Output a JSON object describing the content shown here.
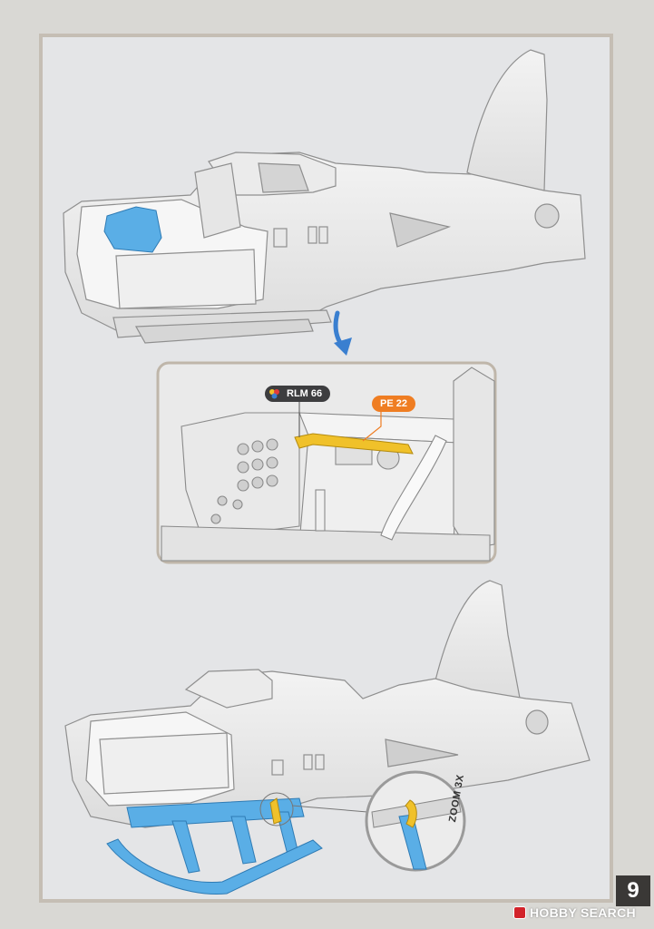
{
  "page_number": "9",
  "callouts": {
    "rlm_color": "RLM 66",
    "photo_etch": "PE 22",
    "zoom": "ZOOM 3X"
  },
  "watermark": {
    "brand": "HOBBY SEARCH"
  },
  "colors": {
    "background": "#d9d8d4",
    "sheet": "#e4e5e7",
    "frame": "#c5beb4",
    "part_highlight": "#5aaee6",
    "pe_highlight": "#f0c12a",
    "arrow": "#3a7fd0",
    "badge_dark": "#3d3d3f",
    "badge_orange": "#ef7d22"
  },
  "icons": [
    "palette-icon",
    "down-arrow-icon"
  ]
}
